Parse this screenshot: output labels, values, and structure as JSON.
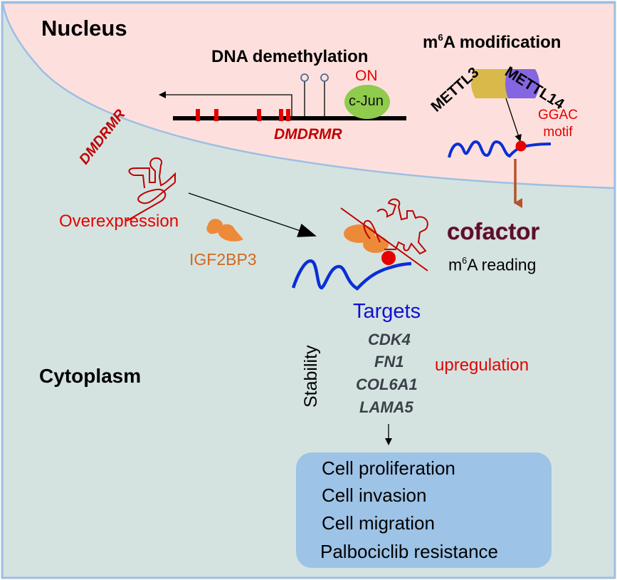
{
  "compartments": {
    "nucleus": "Nucleus",
    "cytoplasm": "Cytoplasm"
  },
  "nucleus_panel": {
    "dna_demethylation": "DNA demethylation",
    "on_label": "ON",
    "transcription_factor": "c-Jun",
    "gene_name": "DMDRMR",
    "m6a_modification_prefix": "m",
    "m6a_modification_sup": "6",
    "m6a_modification_suffix": "A modification",
    "writer_1": "METTL3",
    "writer_2": "METTL14",
    "motif_line1": "GGAC",
    "motif_line2": "motif"
  },
  "cytoplasm_panel": {
    "lncrna_name": "DMDRMR",
    "overexpression": "Overexpression",
    "reader_protein": "IGF2BP3",
    "cofactor": "cofactor",
    "m6a_reading_prefix": "m",
    "m6a_reading_sup": "6",
    "m6a_reading_suffix": "A reading",
    "targets_title": "Targets",
    "stability": "Stability",
    "target_genes": [
      "CDK4",
      "FN1",
      "COL6A1",
      "LAMA5"
    ],
    "upregulation": "upregulation",
    "outcomes": [
      "Cell proliferation",
      "Cell invasion",
      "Cell migration",
      "Palbociclib resistance"
    ]
  },
  "colors": {
    "nucleus_fill": "#fde0dd",
    "cytoplasm_fill": "#d5e3e0",
    "border": "#9dbfe3",
    "accent_red": "#e60000",
    "dark_red": "#c00000",
    "rna_blue": "#0a2fd6",
    "igf2bp3_orange": "#ed8a3a",
    "mettl3_yellow": "#d9b949",
    "mettl14_purple": "#8466e0",
    "cjun_green": "#8fcb4c",
    "outcome_box": "#9dc3e6",
    "brown_arrow": "#b5532a"
  }
}
